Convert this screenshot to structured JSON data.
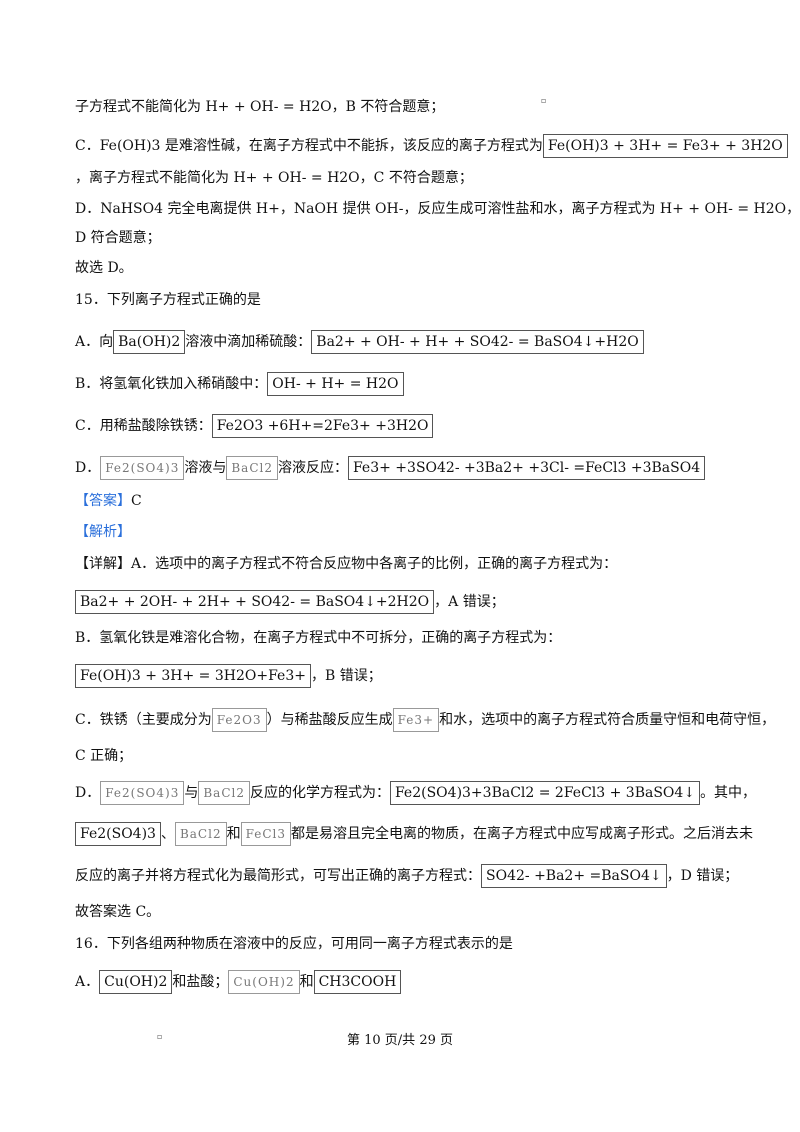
{
  "lines": {
    "l1": "子方程式不能简化为 H+ + OH- = H2O，B 不符合题意；",
    "l2_pre": "C．Fe(OH)3 是难溶性碱，在离子方程式中不能拆，该反应的离子方程式为",
    "l2_box": "Fe(OH)3 + 3H+ = Fe3+ + 3H2O",
    "l3": "，离子方程式不能简化为 H+ + OH- = H2O，C 不符合题意；",
    "l4": "D．NaHSO4 完全电离提供 H+，NaOH 提供 OH-，反应生成可溶性盐和水，离子方程式为 H+ + OH- = H2O，",
    "l5": "D 符合题意；",
    "l6": "故选 D。",
    "l7": "15．下列离子方程式正确的是",
    "l8_a": "A．向",
    "l8_box1": "Ba(OH)2",
    "l8_b": "溶液中滴加稀硫酸：",
    "l8_box2": "Ba2+ + OH- + H+ + SO42- = BaSO4↓+H2O",
    "l9_a": "B．将氢氧化铁加入稀硝酸中：",
    "l9_box": "OH- + H+ = H2O",
    "l10_a": "C．用稀盐酸除铁锈：",
    "l10_box": "Fe2O3 +6H+=2Fe3+ +3H2O",
    "l11_a": "D．",
    "l11_box1": "Fe2(SO4)3",
    "l11_b": "溶液与",
    "l11_box2": "BaCl2",
    "l11_c": "溶液反应：",
    "l11_box3": "Fe3+ +3SO42- +3Ba2+ +3Cl- =FeCl3 +3BaSO4",
    "l12_tag": "【答案】",
    "l12_val": "C",
    "l13_tag": "【解析】",
    "l14_tag": "【详解】",
    "l14": "A．选项中的离子方程式不符合反应物中各离子的比例，正确的离子方程式为：",
    "l15_box": "Ba2+ + 2OH- + 2H+ + SO42- = BaSO4↓+2H2O",
    "l15_b": "，A 错误；",
    "l16": "B．氢氧化铁是难溶化合物，在离子方程式中不可拆分，正确的离子方程式为：",
    "l17_box": "Fe(OH)3 + 3H+ = 3H2O+Fe3+",
    "l17_b": "，B 错误；",
    "l18_a": "C．铁锈（主要成分为",
    "l18_box1": "Fe2O3",
    "l18_b": "）与稀盐酸反应生成",
    "l18_box2": "Fe3+",
    "l18_c": "和水，选项中的离子方程式符合质量守恒和电荷守恒，",
    "l19": "C 正确；",
    "l20_a": "D．",
    "l20_box1": "Fe2(SO4)3",
    "l20_b": "与",
    "l20_box2": "BaCl2",
    "l20_c": "反应的化学方程式为：",
    "l20_box3": "Fe2(SO4)3+3BaCl2 = 2FeCl3 + 3BaSO4↓",
    "l20_d": "。其中，",
    "l21_box1": "Fe2(SO4)3",
    "l21_sep1": "、",
    "l21_box2": "BaCl2",
    "l21_sep2": "和",
    "l21_box3": "FeCl3",
    "l21_b": "都是易溶且完全电离的物质，在离子方程式中应写成离子形式。之后消去未",
    "l22_a": "反应的离子并将方程式化为最简形式，可写出正确的离子方程式：",
    "l22_box": "SO42- +Ba2+ =BaSO4↓",
    "l22_b": "，D 错误；",
    "l23": "故答案选 C。",
    "l24": "16．下列各组两种物质在溶液中的反应，可用同一离子方程式表示的是",
    "l25_a": "A．",
    "l25_box1": "Cu(OH)2",
    "l25_b": "和盐酸；",
    "l25_box2": "Cu(OH)2",
    "l25_c": "和",
    "l25_box3": "CH3COOH"
  },
  "marks": {
    "m1": "▫",
    "m2": "▫"
  },
  "footer": "第 10 页/共 29 页"
}
